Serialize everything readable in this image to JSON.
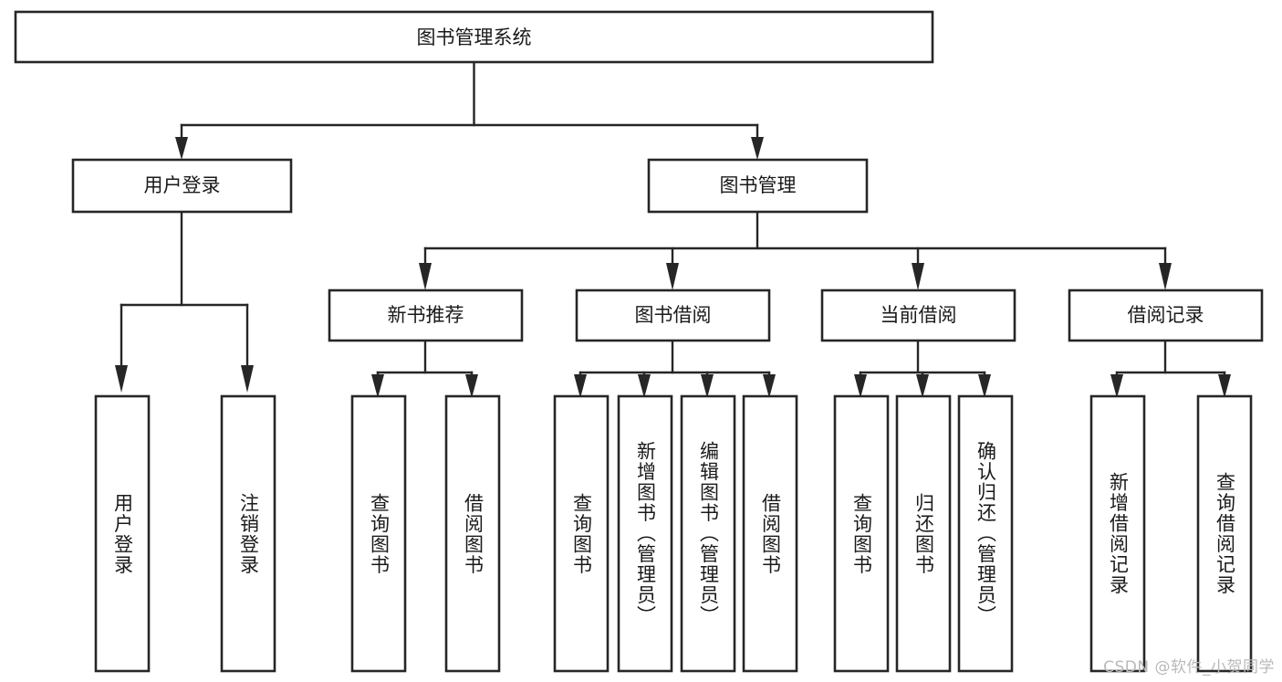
{
  "diagram": {
    "title": "图书管理系统",
    "type": "tree-hierarchy-chart",
    "watermark": "CSDN @软件_小贺同学",
    "colors": {
      "box_fill": "#ffffff",
      "box_stroke": "#262626",
      "connector": "#262626",
      "text": "#1a1a1a",
      "background": "#ffffff",
      "watermark_text": "#b9b9b9"
    },
    "root": {
      "label": "图书管理系统"
    },
    "level2": [
      {
        "label": "用户登录"
      },
      {
        "label": "图书管理"
      }
    ],
    "level3": [
      {
        "label": "新书推荐"
      },
      {
        "label": "图书借阅"
      },
      {
        "label": "当前借阅"
      },
      {
        "label": "借阅记录"
      }
    ],
    "leaves": {
      "user_login": [
        {
          "label": "用户登录"
        },
        {
          "label": "注销登录"
        }
      ],
      "new_book_recommend": [
        {
          "label": "查询图书"
        },
        {
          "label": "借阅图书"
        }
      ],
      "book_borrow": [
        {
          "label": "查询图书"
        },
        {
          "label": "新增图书（管理员）"
        },
        {
          "label": "编辑图书（管理员）"
        },
        {
          "label": "借阅图书"
        }
      ],
      "current_borrow": [
        {
          "label": "查询图书"
        },
        {
          "label": "归还图书"
        },
        {
          "label": "确认归还（管理员）"
        }
      ],
      "borrow_record": [
        {
          "label": "新增借阅记录"
        },
        {
          "label": "查询借阅记录"
        }
      ]
    }
  }
}
